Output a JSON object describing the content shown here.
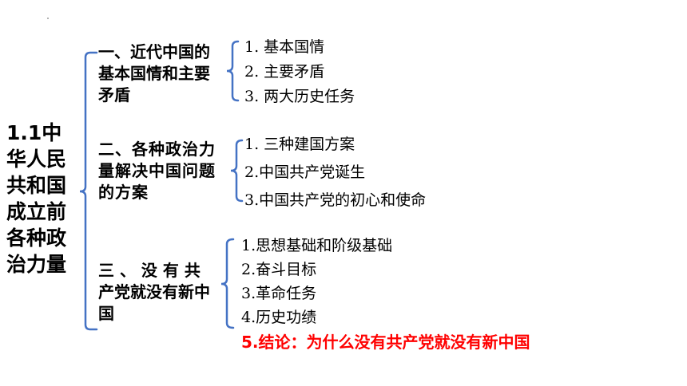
{
  "root": {
    "title": "1.1中华人民共和国成立前各种政治力量"
  },
  "sections": [
    {
      "title": "一、近代中国的基本国情和主要矛盾",
      "items": [
        "1.  基本国情",
        "2.  主要矛盾",
        "3.  两大历史任务"
      ]
    },
    {
      "title": "二、各种政治力量解决中国问题的方案",
      "items": [
        "1.  三种建国方案",
        "2.中国共产党诞生",
        "3.中国共产党的初心和使命"
      ]
    },
    {
      "title": "三 、 没 有 共产党就没有新中国",
      "items": [
        "1.思想基础和阶级基础",
        "2.奋斗目标",
        "3.革命任务",
        "4.历史功绩",
        "5.结论：为什么没有共产党就没有新中国"
      ]
    }
  ],
  "colors": {
    "bracket": "#4472c4",
    "highlight": "#ff0000",
    "text": "#000000"
  }
}
